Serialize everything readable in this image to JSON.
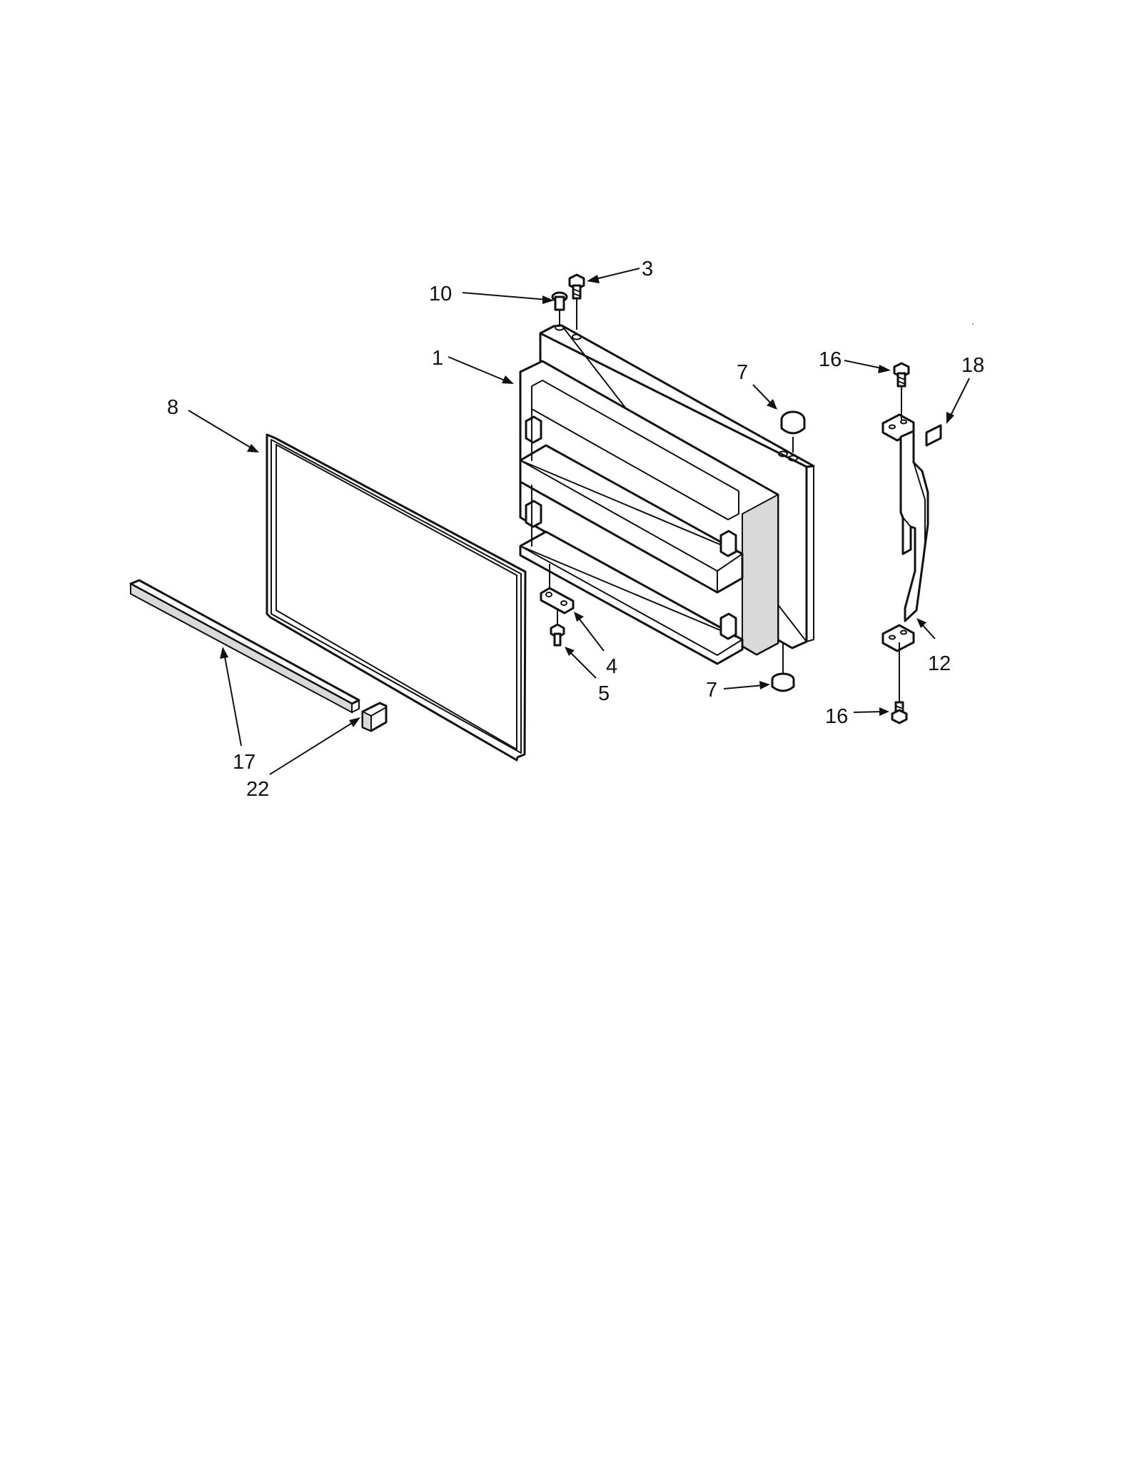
{
  "callouts": [
    {
      "key": "c1",
      "label": "1"
    },
    {
      "key": "c3",
      "label": "3"
    },
    {
      "key": "c4",
      "label": "4"
    },
    {
      "key": "c5",
      "label": "5"
    },
    {
      "key": "c7a",
      "label": "7"
    },
    {
      "key": "c7b",
      "label": "7"
    },
    {
      "key": "c8",
      "label": "8"
    },
    {
      "key": "c10",
      "label": "10"
    },
    {
      "key": "c12",
      "label": "12"
    },
    {
      "key": "c16a",
      "label": "16"
    },
    {
      "key": "c16b",
      "label": "16"
    },
    {
      "key": "c17",
      "label": "17"
    },
    {
      "key": "c18",
      "label": "18"
    },
    {
      "key": "c22",
      "label": "22"
    }
  ],
  "labels": {
    "c1": "1",
    "c3": "3",
    "c4": "4",
    "c5": "5",
    "c7a": "7",
    "c7b": "7",
    "c8": "8",
    "c10": "10",
    "c12": "12",
    "c16a": "16",
    "c16b": "16",
    "c17": "17",
    "c18": "18",
    "c22": "22"
  }
}
